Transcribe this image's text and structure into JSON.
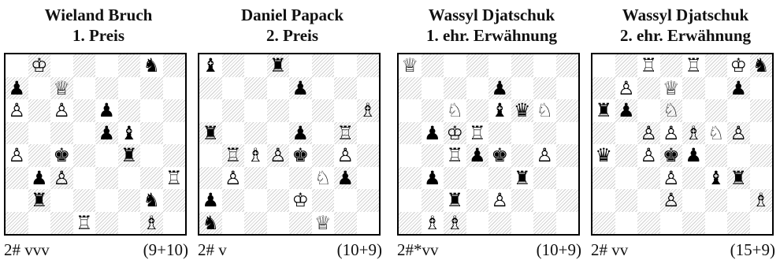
{
  "problems": [
    {
      "title_line1": "Wieland Bruch",
      "title_line2": "1. Preis",
      "stipulation": "2# vvv",
      "piece_count": "(9+10)",
      "pieces": [
        {
          "sq": "b8",
          "p": "K"
        },
        {
          "sq": "g8",
          "p": "n"
        },
        {
          "sq": "a7",
          "p": "p"
        },
        {
          "sq": "c7",
          "p": "Q"
        },
        {
          "sq": "a6",
          "p": "P"
        },
        {
          "sq": "c6",
          "p": "P"
        },
        {
          "sq": "e6",
          "p": "p"
        },
        {
          "sq": "e5",
          "p": "p"
        },
        {
          "sq": "f5",
          "p": "b"
        },
        {
          "sq": "a4",
          "p": "P"
        },
        {
          "sq": "c4",
          "p": "k"
        },
        {
          "sq": "f4",
          "p": "r"
        },
        {
          "sq": "b3",
          "p": "p"
        },
        {
          "sq": "c3",
          "p": "P"
        },
        {
          "sq": "h3",
          "p": "R"
        },
        {
          "sq": "b2",
          "p": "r"
        },
        {
          "sq": "g2",
          "p": "n"
        },
        {
          "sq": "d1",
          "p": "R"
        },
        {
          "sq": "g1",
          "p": "B"
        }
      ]
    },
    {
      "title_line1": "Daniel Papack",
      "title_line2": "2. Preis",
      "stipulation": "2# v",
      "piece_count": "(10+9)",
      "pieces": [
        {
          "sq": "a8",
          "p": "b"
        },
        {
          "sq": "d8",
          "p": "r"
        },
        {
          "sq": "e7",
          "p": "p"
        },
        {
          "sq": "h6",
          "p": "B"
        },
        {
          "sq": "a5",
          "p": "r"
        },
        {
          "sq": "e5",
          "p": "p"
        },
        {
          "sq": "g5",
          "p": "R"
        },
        {
          "sq": "b4",
          "p": "R"
        },
        {
          "sq": "c4",
          "p": "B"
        },
        {
          "sq": "d4",
          "p": "P"
        },
        {
          "sq": "e4",
          "p": "k"
        },
        {
          "sq": "g4",
          "p": "P"
        },
        {
          "sq": "b3",
          "p": "P"
        },
        {
          "sq": "f3",
          "p": "N"
        },
        {
          "sq": "g3",
          "p": "p"
        },
        {
          "sq": "a2",
          "p": "p"
        },
        {
          "sq": "e2",
          "p": "K"
        },
        {
          "sq": "a1",
          "p": "n"
        },
        {
          "sq": "f1",
          "p": "Q"
        }
      ]
    },
    {
      "title_line1": "Wassyl Djatschuk",
      "title_line2": "1. ehr. Erwähnung",
      "stipulation": "2#*vv",
      "piece_count": "(10+9)",
      "pieces": [
        {
          "sq": "a8",
          "p": "Q"
        },
        {
          "sq": "e7",
          "p": "p"
        },
        {
          "sq": "c6",
          "p": "N"
        },
        {
          "sq": "e6",
          "p": "b"
        },
        {
          "sq": "f6",
          "p": "q"
        },
        {
          "sq": "g6",
          "p": "N"
        },
        {
          "sq": "b5",
          "p": "p"
        },
        {
          "sq": "c5",
          "p": "K"
        },
        {
          "sq": "d5",
          "p": "R"
        },
        {
          "sq": "c4",
          "p": "R"
        },
        {
          "sq": "d4",
          "p": "p"
        },
        {
          "sq": "e4",
          "p": "k"
        },
        {
          "sq": "g4",
          "p": "P"
        },
        {
          "sq": "b3",
          "p": "p"
        },
        {
          "sq": "f3",
          "p": "r"
        },
        {
          "sq": "c2",
          "p": "r"
        },
        {
          "sq": "e2",
          "p": "P"
        },
        {
          "sq": "b1",
          "p": "B"
        },
        {
          "sq": "c1",
          "p": "B"
        }
      ]
    },
    {
      "title_line1": "Wassyl Djatschuk",
      "title_line2": "2. ehr. Erwähnung",
      "stipulation": "2# vv",
      "piece_count": "(15+9)",
      "pieces": [
        {
          "sq": "c8",
          "p": "R"
        },
        {
          "sq": "e8",
          "p": "R"
        },
        {
          "sq": "g8",
          "p": "K"
        },
        {
          "sq": "h8",
          "p": "n"
        },
        {
          "sq": "b7",
          "p": "P"
        },
        {
          "sq": "d7",
          "p": "Q"
        },
        {
          "sq": "g7",
          "p": "p"
        },
        {
          "sq": "a6",
          "p": "r"
        },
        {
          "sq": "b6",
          "p": "p"
        },
        {
          "sq": "d6",
          "p": "N"
        },
        {
          "sq": "c5",
          "p": "P"
        },
        {
          "sq": "d5",
          "p": "P"
        },
        {
          "sq": "e5",
          "p": "B"
        },
        {
          "sq": "f5",
          "p": "N"
        },
        {
          "sq": "g5",
          "p": "P"
        },
        {
          "sq": "a4",
          "p": "q"
        },
        {
          "sq": "c4",
          "p": "P"
        },
        {
          "sq": "d4",
          "p": "k"
        },
        {
          "sq": "e4",
          "p": "p"
        },
        {
          "sq": "d3",
          "p": "P"
        },
        {
          "sq": "f3",
          "p": "b"
        },
        {
          "sq": "g3",
          "p": "r"
        },
        {
          "sq": "d2",
          "p": "P"
        },
        {
          "sq": "h2",
          "p": "B"
        }
      ]
    }
  ]
}
